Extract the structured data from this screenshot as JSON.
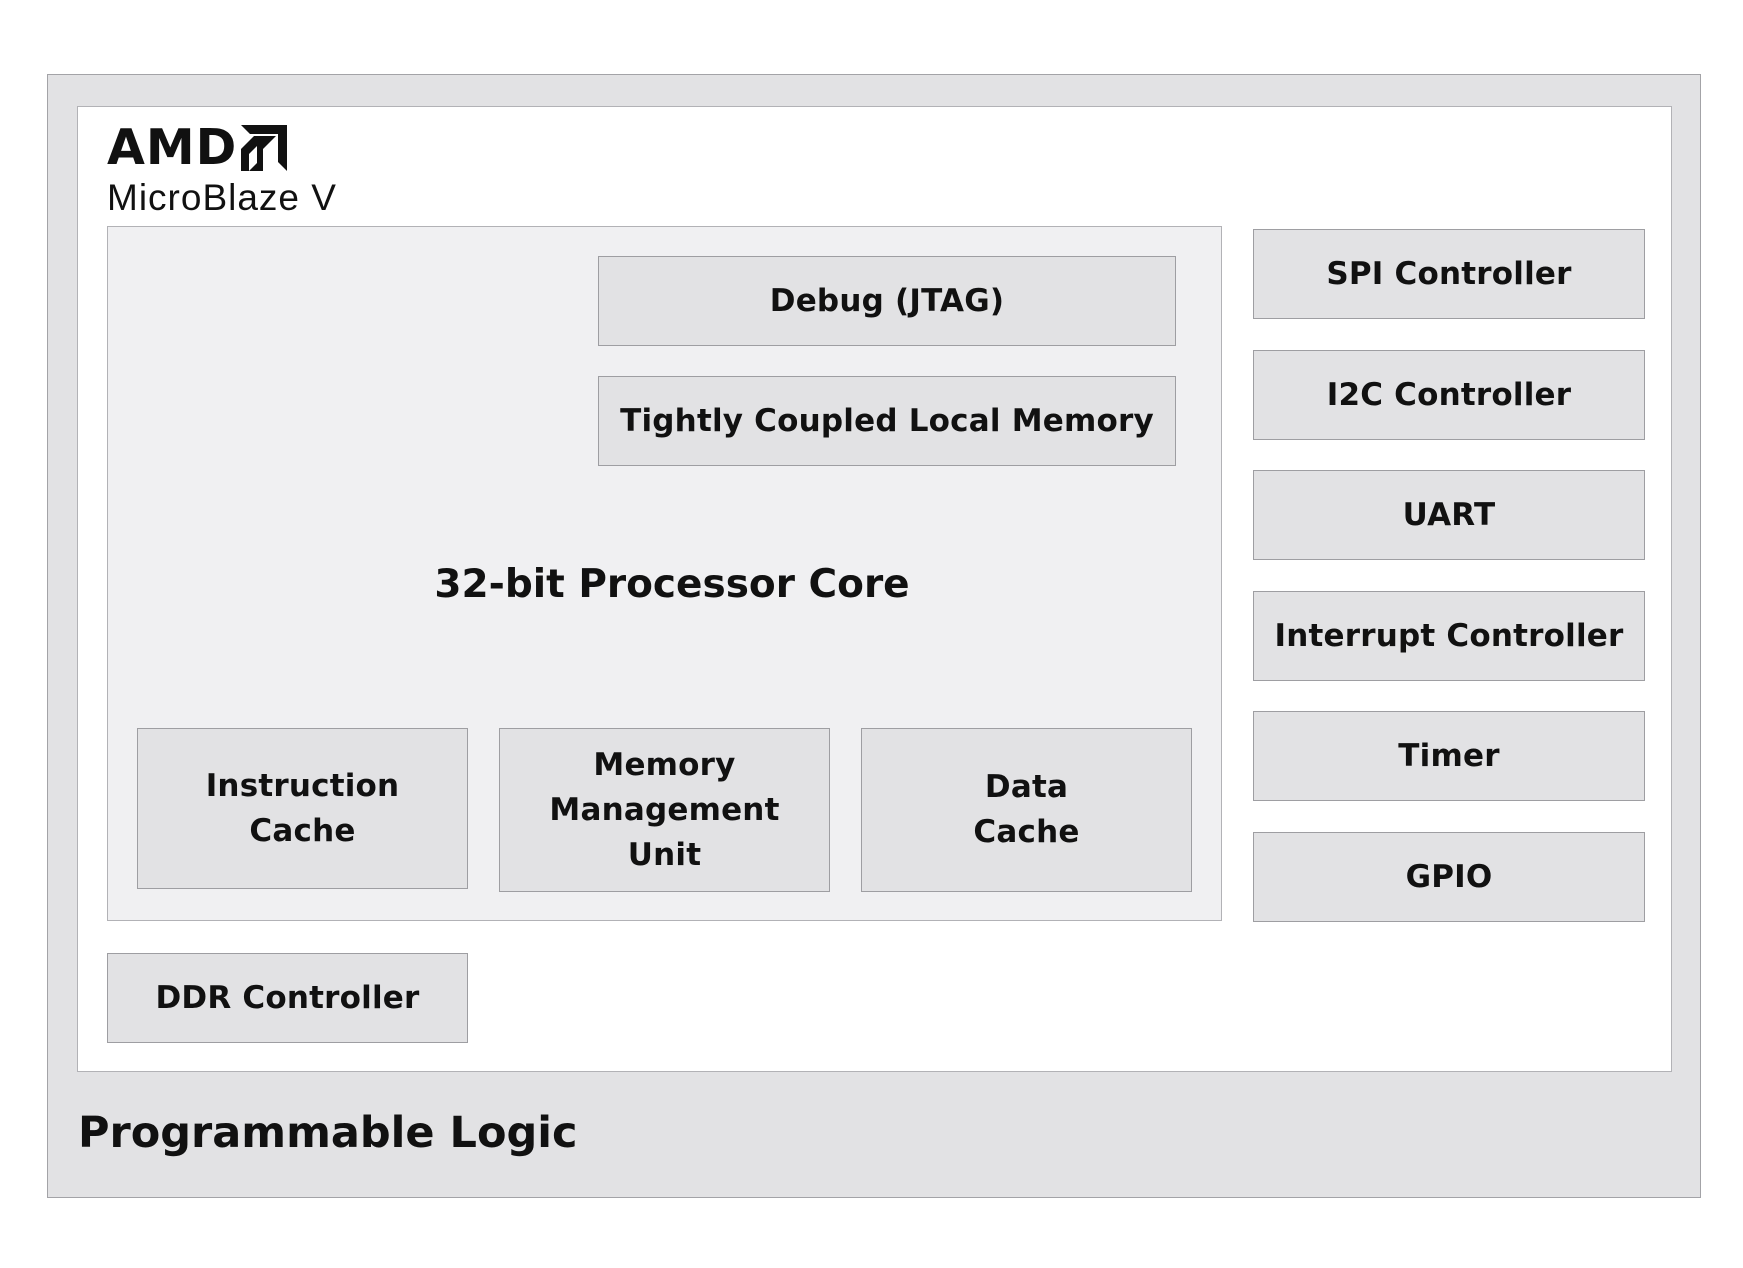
{
  "brand": {
    "logo_text": "AMD",
    "product_name": "MicroBlaze V"
  },
  "programmable_logic": {
    "label": "Programmable Logic"
  },
  "core": {
    "label": "32-bit Processor Core",
    "debug_label": "Debug (JTAG)",
    "tcm_label": "Tightly Coupled Local Memory",
    "icache_lines": [
      "Instruction",
      "Cache"
    ],
    "mmu_lines": [
      "Memory",
      "Management",
      "Unit"
    ],
    "dcache_lines": [
      "Data",
      "Cache"
    ]
  },
  "ddr_controller": {
    "label": "DDR Controller"
  },
  "peripherals": [
    {
      "label": "SPI Controller"
    },
    {
      "label": "I2C Controller"
    },
    {
      "label": "UART"
    },
    {
      "label": "Interrupt Controller"
    },
    {
      "label": "Timer"
    },
    {
      "label": "GPIO"
    }
  ],
  "colors": {
    "block_fill": "#e2e2e4",
    "core_fill": "#f0f0f2",
    "inner_fill": "#ffffff",
    "border": "#9e9ea2",
    "text": "#111111"
  }
}
